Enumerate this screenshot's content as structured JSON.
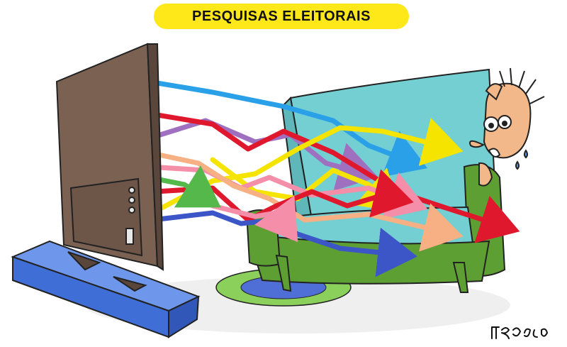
{
  "header": {
    "title": "PESQUISAS ELEITORAIS",
    "background_color": "#ffe81a"
  },
  "scene": {
    "television": {
      "icon": "tv-icon",
      "color": "#7a6152"
    },
    "tv_stand": {
      "icon": "rug-stand-icon",
      "color": "#5b8de6"
    },
    "armchair": {
      "icon": "armchair-icon",
      "colors": [
        "#73cfd1",
        "#5e9f33"
      ]
    },
    "rug": {
      "icon": "rug-icon",
      "color": "#8bd05a"
    },
    "scared_person": {
      "icon": "frightened-face-icon"
    },
    "arrows": [
      {
        "name": "blue-arrow",
        "color": "#2aa0e8"
      },
      {
        "name": "red-arrow",
        "color": "#e0182d"
      },
      {
        "name": "purple-arrow",
        "color": "#a070c0"
      },
      {
        "name": "yellow-arrow",
        "color": "#f4e400"
      },
      {
        "name": "pink-arrow",
        "color": "#f58ea8"
      },
      {
        "name": "peach-arrow",
        "color": "#f6b084"
      },
      {
        "name": "navy-arrow",
        "color": "#3c56c8"
      },
      {
        "name": "green-arrow",
        "color": "#55b84a"
      }
    ]
  },
  "signature": {
    "icon": "artist-signature-icon"
  }
}
